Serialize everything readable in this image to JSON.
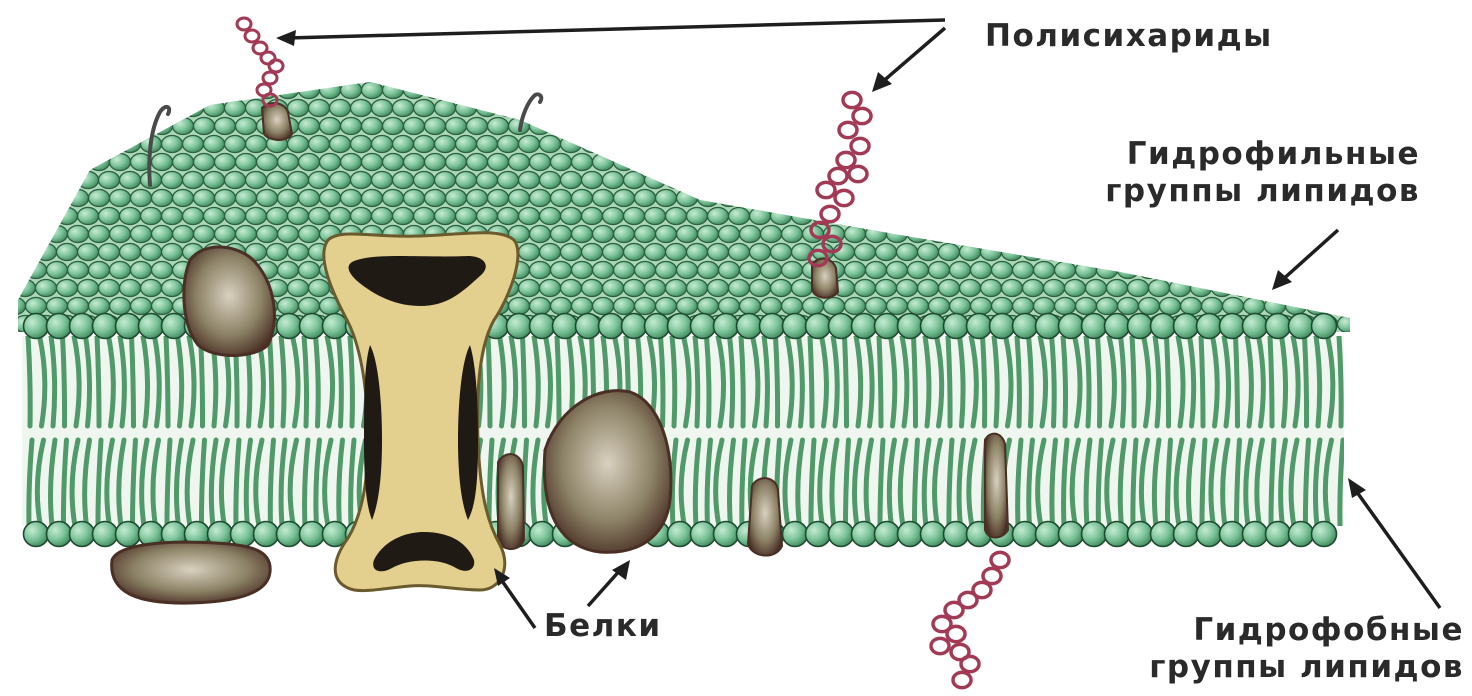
{
  "labels": {
    "polysaccharides": "Полисихариды",
    "hydrophilic_line1": "Гидрофильные",
    "hydrophilic_line2": "группы липидов",
    "proteins": "Белки",
    "hydrophobic_line1": "Гидрофобные",
    "hydrophobic_line2": "группы липидов"
  },
  "colors": {
    "lipid_head": "#7cc39a",
    "lipid_head_outline": "#1e4a30",
    "lipid_tail": "#4f9a68",
    "protein_channel": "#e3cf8e",
    "protein_dark": "#201a14",
    "protein_globular": "#8b7360",
    "polysaccharide": "#a33a55",
    "text": "#2a2a2a"
  }
}
